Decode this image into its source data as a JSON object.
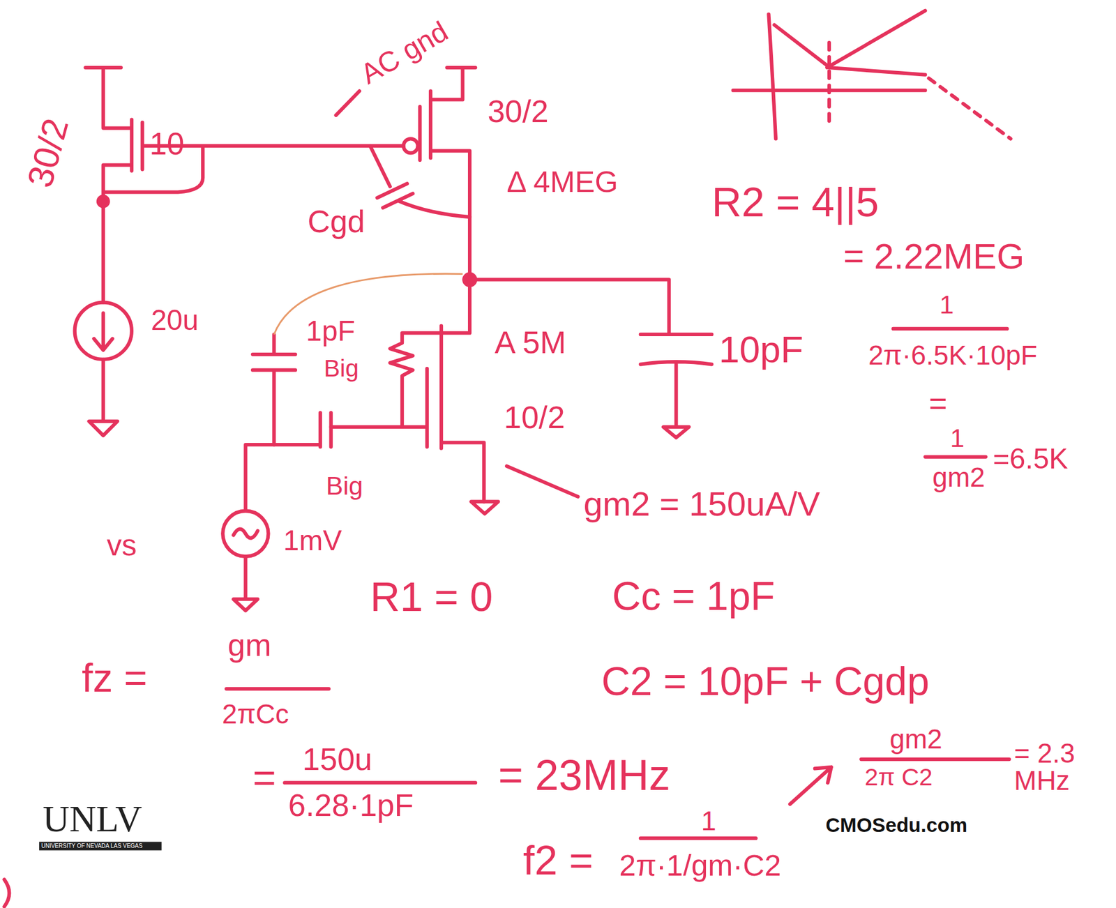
{
  "diagram": {
    "labels": [
      "30/2",
      "10",
      "AC gnd",
      "30/2",
      "Δ 4MEG",
      "Cgd",
      "R2 = 4||5",
      "= 2.22MEG",
      "1",
      "2π·6.5K·10pF",
      "=",
      "1",
      "gm2",
      "=6.5K",
      "1pF",
      "Big",
      "A 5M",
      "10pF",
      "10/2",
      "Big",
      "20u",
      "gm2 = 150uA/V",
      "vs",
      "1mV",
      "R1 = 0",
      "Cc = 1pF",
      "C2 = 10pF + Cgdp",
      "fz =",
      "gm",
      "2πCc",
      "=",
      "150u",
      "6.28·1pF",
      "= 23MHz",
      "gm2",
      "2π C2",
      "= 2.3 MHz",
      "CMOSedu.com",
      "f2 =",
      "1",
      "2π·1/gm·C2",
      "UNLV",
      "UNIVERSITY OF NEVADA LAS VEGAS"
    ]
  }
}
